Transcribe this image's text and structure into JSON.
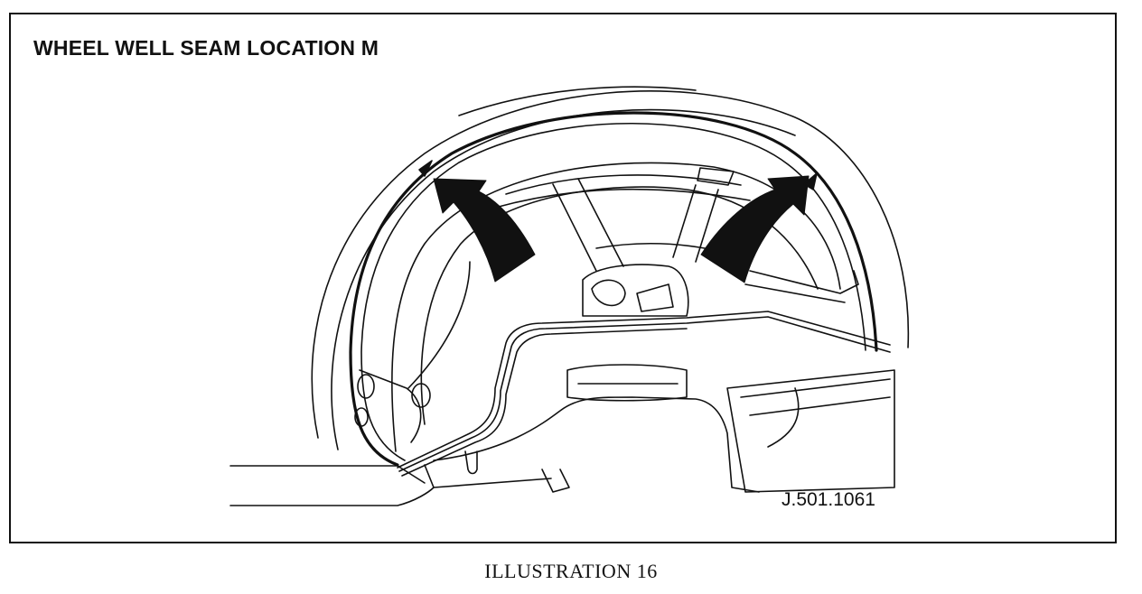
{
  "diagram": {
    "title": "WHEEL WELL SEAM LOCATION M",
    "figure_id": "J.501.1061"
  },
  "caption": "ILLUSTRATION 16"
}
